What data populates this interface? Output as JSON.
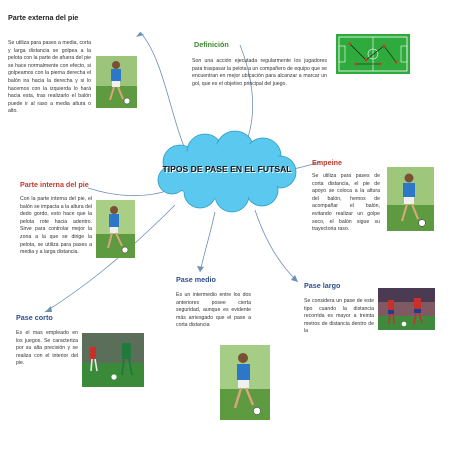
{
  "central": {
    "title": "TIPOS DE PASE EN EL FUTSAL"
  },
  "nodes": {
    "externa": {
      "title": "Parte externa del pie",
      "text": "Se utiliza para pases a media, corta y larga distancia se golpea a la pelota con la parte de afuera del pie se hace normalmente con efecto, si golpeamos con la pierna derecha el balón ira hacia la derecha y si lo hacemos con la izquierda lo hará hacia esta, tras realizarlo el balón puede ir al raso a media altura o alto."
    },
    "definicion": {
      "title": "Definición",
      "text": "Son una acción ejecutada regularmente los jugadores para traspasar la pelota a un compañero de equipo que se encuentran en mejor ubicación para alcanzar a marcar un gol, que es el objetivo principal del juego."
    },
    "interna": {
      "title": "Parte interna del pie",
      "text": "Con la parte interna del pie, el balón se impacta a la altura del dedo gordo, esto hace que la pelota rote hacia adentro. Sirve para controlar mejor la zona a la que se dirige la pelota, se utiliza para pases a media y a larga distancia."
    },
    "empeine": {
      "title": "Empeine",
      "text": "Se utiliza para pases de corta distancia, el pie de apoyo se coloca a la altura del balón, hemos de acompañar el balón, evitando realizar un golpe seco, el balón sigue su trayectoria raso."
    },
    "medio": {
      "title": "Pase medio",
      "text": "Es un intermedio entre los dos anteriores posee cierta seguridad, aunque es evidente más arriesgado que el pase a corta distancia"
    },
    "largo": {
      "title": "Pase largo",
      "text": "Se considera un pase de este tipo cuando la distancia recorrida es mayor a treinta metros de distancia dentro de la"
    },
    "corto": {
      "title": "Pase corto",
      "text": "Es el mas empleado en los juegos. Se caracteriza por su alta precisión y se realiza con el interior del pie."
    }
  },
  "colors": {
    "title_red": "#c0392b",
    "title_green": "#3a8a2e",
    "title_blue": "#2f4f8f",
    "cloud": "#5bc8ef",
    "connector": "#6f8fb5",
    "field": "#2faa3c"
  }
}
